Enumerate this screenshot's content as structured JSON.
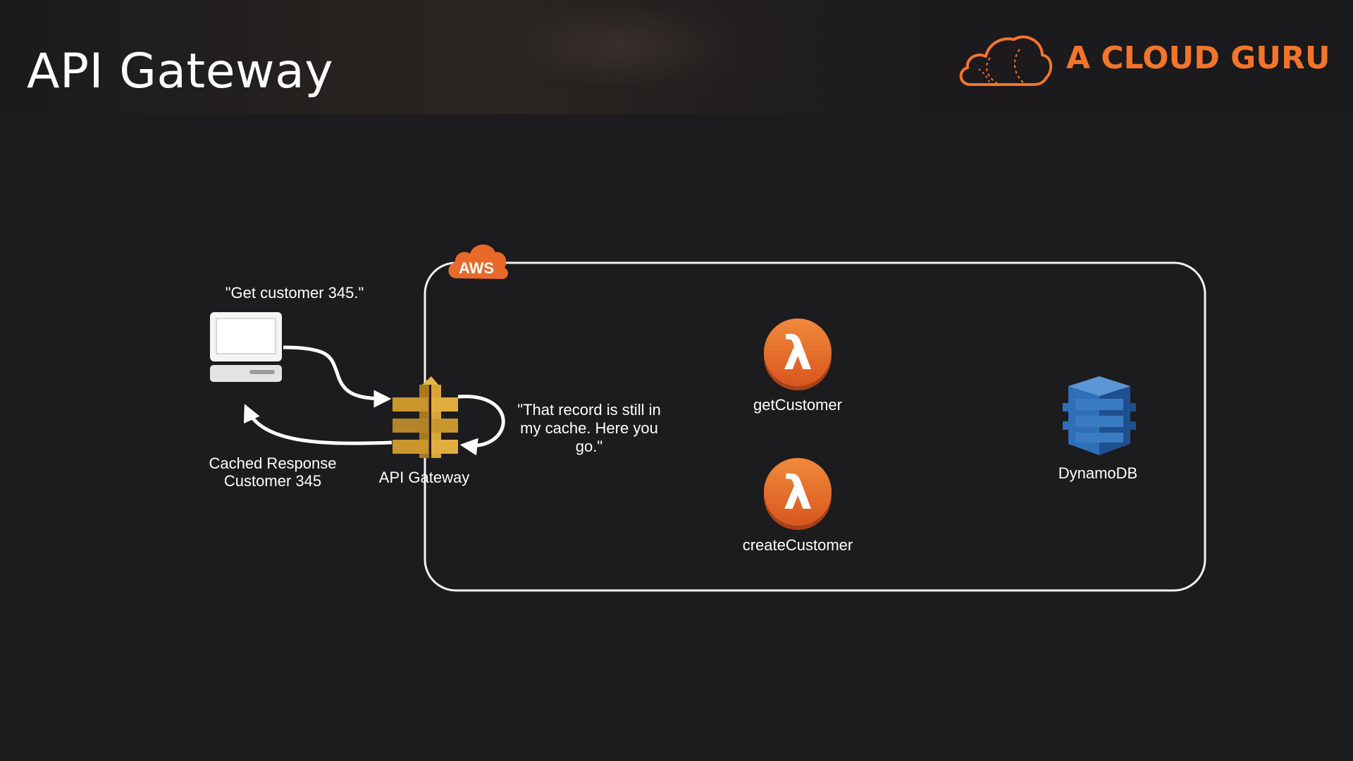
{
  "header": {
    "title": "API Gateway",
    "brand_name": "A CLOUD GURU",
    "brand_color": "#f2752b"
  },
  "diagram": {
    "cloud_badge": "AWS",
    "client_quote": "\"Get customer 345.\"",
    "cached_response_line1": "Cached Response",
    "cached_response_line2": "Customer 345",
    "gateway_label": "API Gateway",
    "gateway_quote_line1": "\"That record is still in",
    "gateway_quote_line2": "my cache.  Here you",
    "gateway_quote_line3": "go.\"",
    "lambda_symbol": "λ",
    "lambda_get_label": "getCustomer",
    "lambda_create_label": "createCustomer",
    "database_label": "DynamoDB",
    "icons": [
      "computer-icon",
      "api-gateway-icon",
      "lambda-icon",
      "dynamodb-icon",
      "aws-cloud-icon"
    ],
    "colors": {
      "aws_orange": "#e8692a",
      "gateway_gold": "#c9962e",
      "dynamodb_blue": "#2e6fb8"
    }
  }
}
